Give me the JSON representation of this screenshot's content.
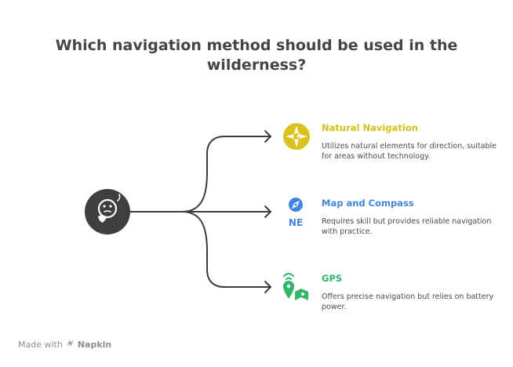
{
  "title": "Which navigation method should be used in the wilderness?",
  "colors": {
    "connector": "#3d3d3d",
    "center_icon_bg": "#3f3f3f",
    "natural": "#d9c21a",
    "map": "#3f86e0",
    "gps": "#33b56a"
  },
  "options": [
    {
      "title": "Natural Navigation",
      "description": "Utilizes natural elements for direction, suitable for areas without technology.",
      "icon": "compass-star-icon"
    },
    {
      "title": "Map and Compass",
      "description": "Requires skill but provides reliable navigation with practice.",
      "icon": "compass-ne-icon",
      "icon_text": "NE"
    },
    {
      "title": "GPS",
      "description": "Offers precise navigation but relies on battery power.",
      "icon": "gps-map-icon"
    }
  ],
  "center_icon": "thinking-face-icon",
  "footer": {
    "made_with": "Made with",
    "brand": "Napkin"
  }
}
